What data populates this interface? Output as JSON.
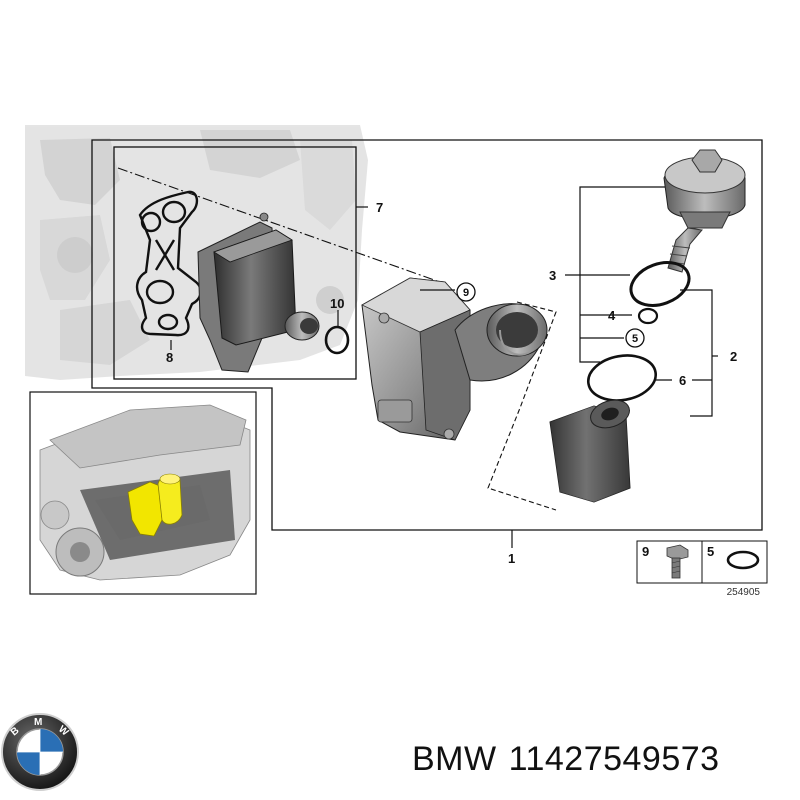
{
  "diagram": {
    "callouts": {
      "c1": "1",
      "c2": "2",
      "c3": "3",
      "c4": "4",
      "c5": "5",
      "c6": "6",
      "c7": "7",
      "c8": "8",
      "c9": "9",
      "c10": "10"
    },
    "inset_parts": {
      "bolt": "9",
      "ring": "5"
    },
    "reference_number": "254905"
  },
  "brand": {
    "logo_name": "bmw-roundel-logo",
    "logo_letters": "BMW",
    "colors": {
      "blue": "#2a6fb5",
      "black": "#111111",
      "white": "#ffffff"
    }
  },
  "footer": {
    "brand_text": "BMW",
    "part_number": "11427549573"
  },
  "colors": {
    "engine_ghost": "#d9d9d9",
    "engine_highlight": "#f2e600",
    "part_dark": "#4a4a4a",
    "part_mid": "#8a8a8a",
    "line": "#111111"
  }
}
